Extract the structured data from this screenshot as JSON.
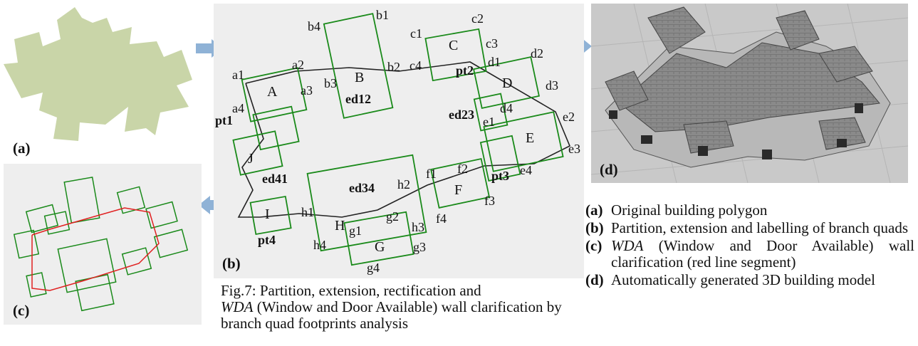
{
  "panels": {
    "a": {
      "label": "(a)"
    },
    "b": {
      "label": "(b)"
    },
    "c": {
      "label": "(c)"
    },
    "d": {
      "label": "(d)"
    }
  },
  "quad_labels": [
    "A",
    "B",
    "C",
    "D",
    "E",
    "F",
    "G",
    "H",
    "I",
    "J"
  ],
  "corner_labels": {
    "a": [
      "a1",
      "a2",
      "a3",
      "a4"
    ],
    "b": [
      "b1",
      "b2",
      "b3",
      "b4"
    ],
    "c": [
      "c1",
      "c2",
      "c3",
      "c4"
    ],
    "d": [
      "d1",
      "d2",
      "d3",
      "d4"
    ],
    "e": [
      "e1",
      "e2",
      "e3",
      "e4"
    ],
    "f": [
      "f1",
      "f2",
      "f3",
      "f4"
    ],
    "g": [
      "g1",
      "g2",
      "g3",
      "g4"
    ],
    "h": [
      "h1",
      "h2",
      "h3",
      "h4"
    ]
  },
  "point_labels": [
    "pt1",
    "pt2",
    "pt3",
    "pt4"
  ],
  "edge_labels": [
    "ed12",
    "ed23",
    "ed34",
    "ed41"
  ],
  "caption": {
    "prefix": "Fig.7: Partition, extension, rectification and",
    "italic": "WDA",
    "rest": "(Window and Door Available) wall clarification by branch quad footprints analysis"
  },
  "legend": [
    {
      "key": "(a)",
      "text": "Original building polygon"
    },
    {
      "key": "(b)",
      "text": "Partition, extension and labelling of branch quads"
    },
    {
      "key": "(c)",
      "italic": "WDA",
      "text": "(Window and Door Available) wall clarification (red line segment)"
    },
    {
      "key": "(d)",
      "text": "Automatically generated 3D building model"
    }
  ],
  "colors": {
    "polygon_fill": "#c9d5a8",
    "quad_green": "#1a8a1a",
    "outline_black": "#222222",
    "wda_red": "#e02020",
    "panel_bg": "#eeeeee",
    "arrow_blue": "#8fb2d6"
  }
}
